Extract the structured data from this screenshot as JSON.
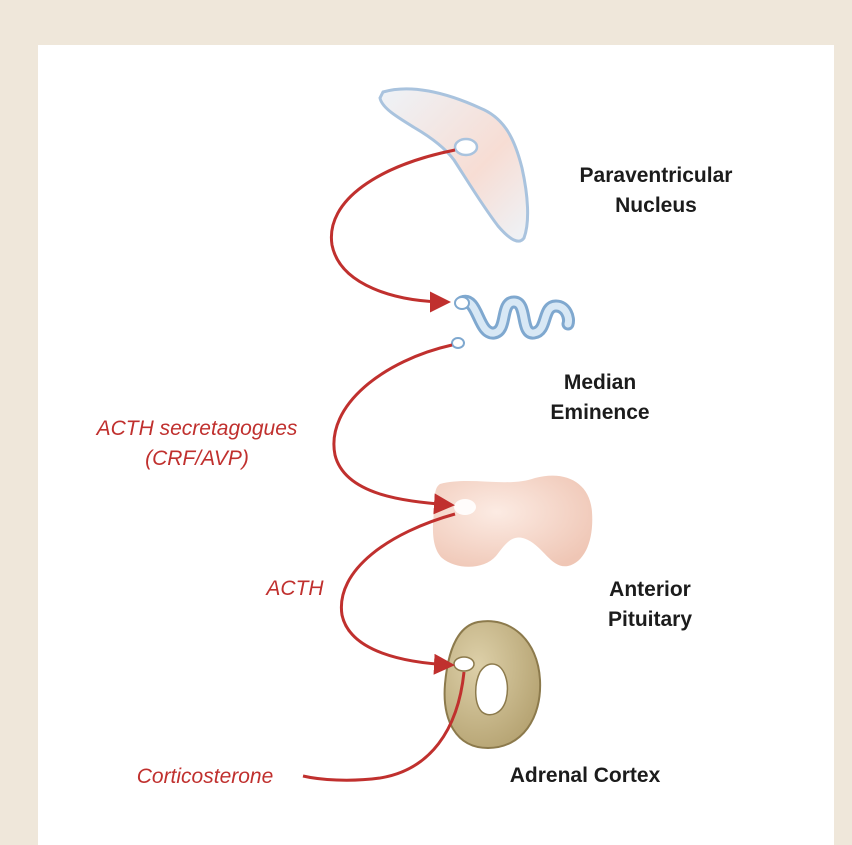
{
  "labels": {
    "paraventricular": [
      "Paraventricular",
      "Nucleus"
    ],
    "median": [
      "Median",
      "Eminence"
    ],
    "anterior": [
      "Anterior",
      "Pituitary"
    ],
    "adrenal": "Adrenal Cortex"
  },
  "flow": {
    "secretagogues": [
      "ACTH secretagogues",
      "(CRF/AVP)"
    ],
    "acth": "ACTH",
    "corticosterone": "Corticosterone"
  },
  "colors": {
    "background": "#efe7da",
    "panel": "#ffffff",
    "arrow": "#c0302e",
    "nucleus_outline": "#a9c3de",
    "nucleus_fill": "#f6dcd3",
    "eminence": "#a8cbe6",
    "pituitary": "#f4d2c4",
    "adrenal": "#cdb98a"
  }
}
